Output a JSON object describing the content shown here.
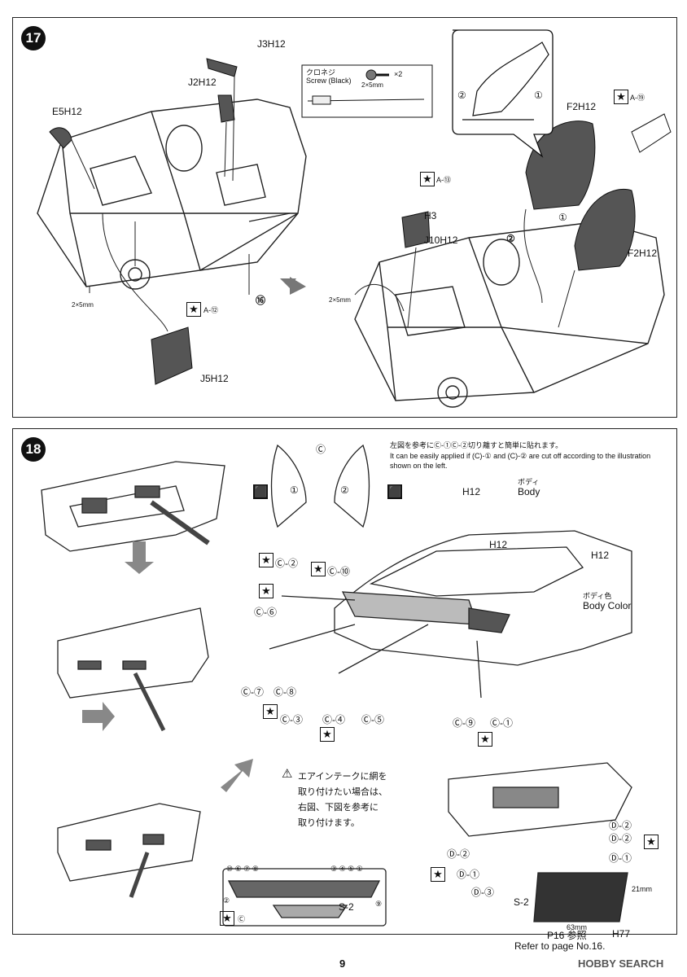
{
  "page_number": "9",
  "watermark": "HOBBY SEARCH",
  "step17": {
    "number": "17",
    "labels": {
      "j3": "J3H12",
      "j2": "J2H12",
      "e5": "E5H12",
      "screw_size": "2×5mm",
      "star_a12": "A-⑫",
      "j5": "J5H12",
      "part16": "⑯",
      "screw_size2": "2×5mm",
      "star_a13": "A-⑬",
      "h3": "H3",
      "j10": "J10H12",
      "f2_top": "F2H12",
      "f2_bottom": "F2H12",
      "star_a19": "A-⑲",
      "callout1": "①",
      "callout2": "②",
      "inset1": "①",
      "inset2": "②"
    },
    "screw_box": {
      "jp": "クロネジ",
      "en": "Screw (Black)",
      "qty": "×2",
      "size": "2×5mm"
    }
  },
  "step18": {
    "number": "18",
    "note_jp": "左図を参考にⒸ-①Ⓒ-②切り離すと簡単に貼れます。",
    "note_en": "It can be easily applied if (C)-① and (C)-② are cut off according to the illustration shown on the left.",
    "labels": {
      "c": "Ⓒ",
      "c1": "①",
      "c2": "②",
      "h12_body": "H12",
      "body_jp": "ボディ",
      "body_en": "Body",
      "h12_hood": "H12",
      "h12_side": "H12",
      "body_color_jp": "ボディ色",
      "body_color_en": "Body Color",
      "c_2": "Ⓒ-②",
      "c_10": "Ⓒ-⑩",
      "c_6": "Ⓒ-⑥",
      "c_7": "Ⓒ-⑦",
      "c_8": "Ⓒ-⑧",
      "c_3": "Ⓒ-③",
      "c_4": "Ⓒ-④",
      "c_5": "Ⓒ-⑤",
      "c_9": "Ⓒ-⑨",
      "c_1": "Ⓒ-①",
      "d_2a": "Ⓓ-②",
      "d_2b": "Ⓓ-②",
      "d_2c": "Ⓓ-②",
      "d_1a": "Ⓓ-①",
      "d_1b": "Ⓓ-①",
      "d_3": "Ⓓ-③",
      "s2": "S-2",
      "s2b": "S-2",
      "dim_w": "63mm",
      "dim_h": "21mm",
      "ref_jp": "P16 参照",
      "ref_en": "Refer to page No.16.",
      "h77": "H77",
      "bar_nums": "⑩ ⑥ ⑦ ⑧",
      "bar_nums2": "③ ④ ⑤ ①",
      "bar_2": "②",
      "bar_9": "⑨",
      "bar_c": "Ⓒ"
    },
    "warning_jp": [
      "エアインテークに網を",
      "取り付けたい場合は、",
      "右図、下図を参考に",
      "取り付けます。"
    ]
  }
}
